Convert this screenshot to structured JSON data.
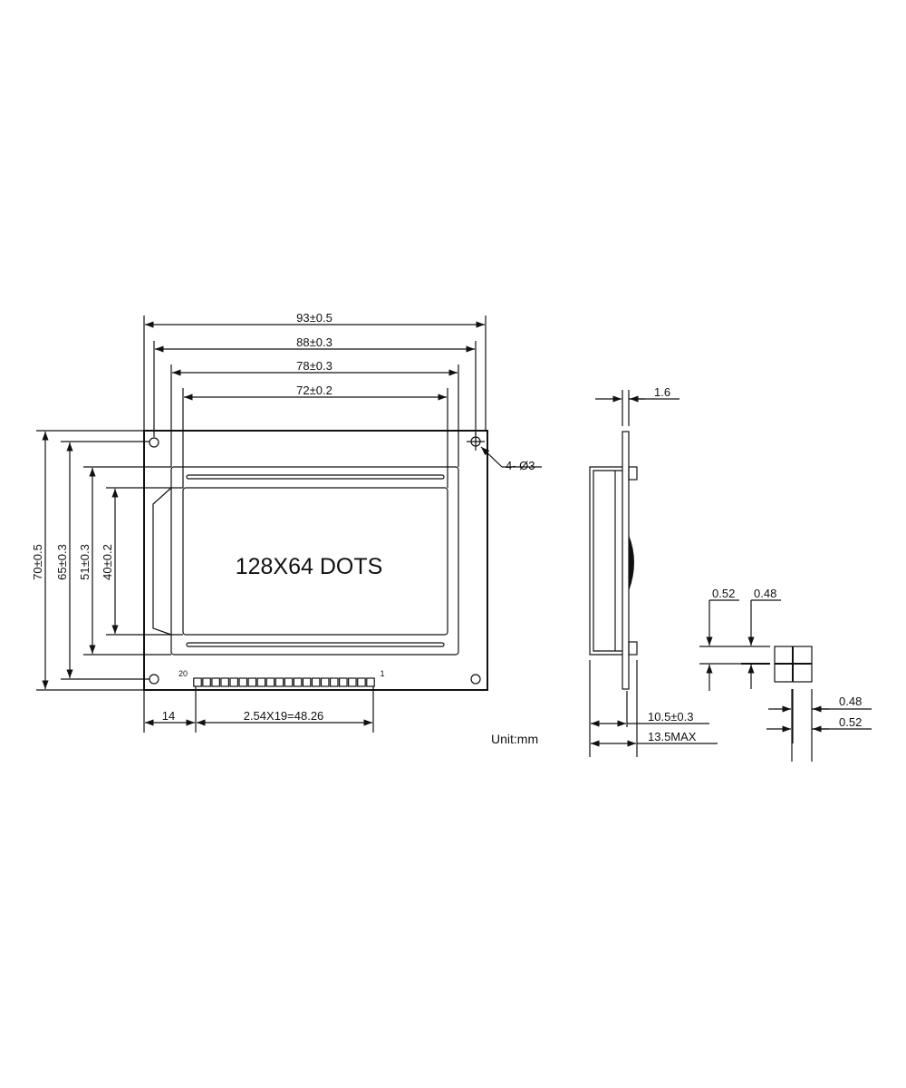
{
  "front_view": {
    "dims_horizontal": [
      "93±0.5",
      "88±0.3",
      "78±0.3",
      "72±0.2"
    ],
    "dims_vertical": [
      "70±0.5",
      "65±0.3",
      "51±0.3",
      "40±0.2"
    ],
    "display_label": "128X64 DOTS",
    "hole_label": "4- Ø3",
    "pin_first_label": "20",
    "pin_last_label": "1",
    "pin_count": 20,
    "dim_pin_offset": "14",
    "dim_pin_pitch": "2.54X19=48.26"
  },
  "side_view": {
    "dim_pcb_thickness": "1.6",
    "dim_depth": "10.5±0.3",
    "dim_max": "13.5MAX"
  },
  "pin_detail": {
    "dim_top_1": "0.52",
    "dim_top_2": "0.48",
    "dim_right_1": "0.48",
    "dim_right_2": "0.52"
  },
  "unit_label": "Unit:mm"
}
